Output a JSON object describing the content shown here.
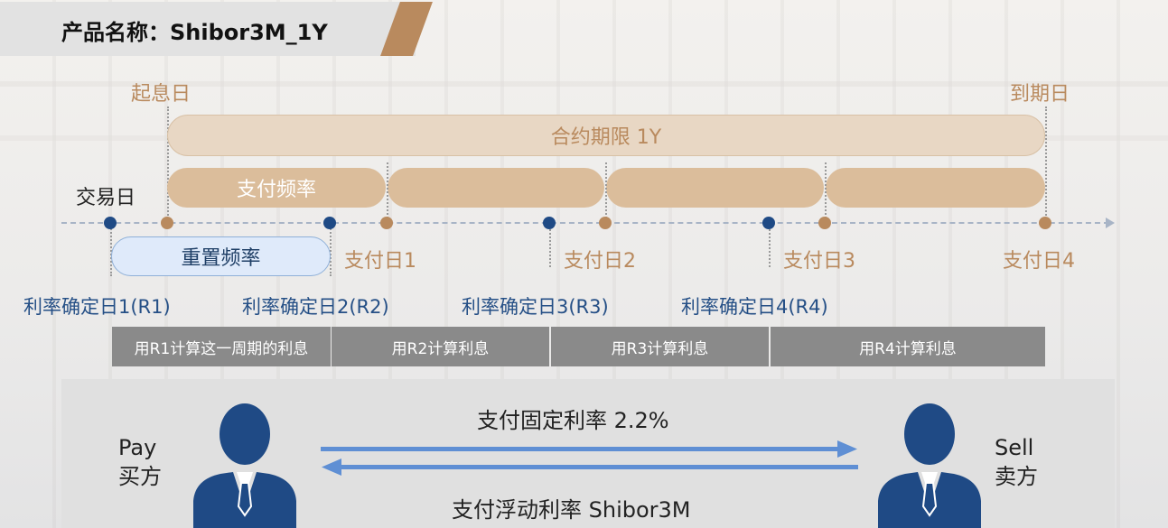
{
  "title": "产品名称：Shibor3M_1Y",
  "timeline": {
    "start_label": "起息日",
    "end_label": "到期日",
    "trade_day_label": "交易日",
    "term_bar_label": "合约期限 1Y",
    "pay_freq_label": "支付频率",
    "reset_freq_label": "重置频率",
    "payment_dates": [
      "支付日1",
      "支付日2",
      "支付日3",
      "支付日4"
    ],
    "fixing_dates": [
      "利率确定日1(R1)",
      "利率确定日2(R2)",
      "利率确定日3(R3)",
      "利率确定日4(R4)"
    ],
    "calc_labels": [
      "用R1计算这一周期的利息",
      "用R2计算利息",
      "用R3计算利息",
      "用R4计算利息"
    ]
  },
  "flows": {
    "fixed_label": "支付固定利率 2.2%",
    "floating_label": "支付浮动利率 Shibor3M",
    "buyer": {
      "en": "Pay",
      "zh": "买方"
    },
    "seller": {
      "en": "Sell",
      "zh": "卖方"
    }
  },
  "colors": {
    "gold": "#b98a5e",
    "navy": "#1f4a85",
    "arrow": "#5f8fd4"
  }
}
